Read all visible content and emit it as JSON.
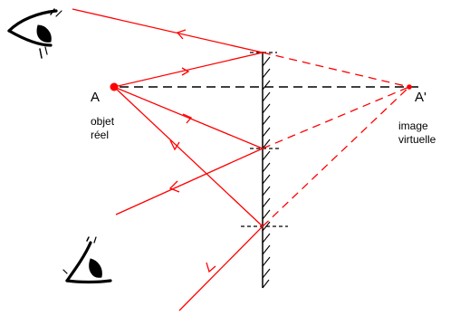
{
  "labels": {
    "object_point": "A",
    "object_line1": "objet",
    "object_line2": "réel",
    "image_point": "A'",
    "image_line1": "image",
    "image_line2": "virtuelle"
  },
  "colors": {
    "ray": "#ff0000",
    "axis": "#000000",
    "mirror": "#000000",
    "eye": "#000000"
  },
  "icons": {
    "eye_top": "eye-icon",
    "eye_bottom": "eye-icon"
  }
}
